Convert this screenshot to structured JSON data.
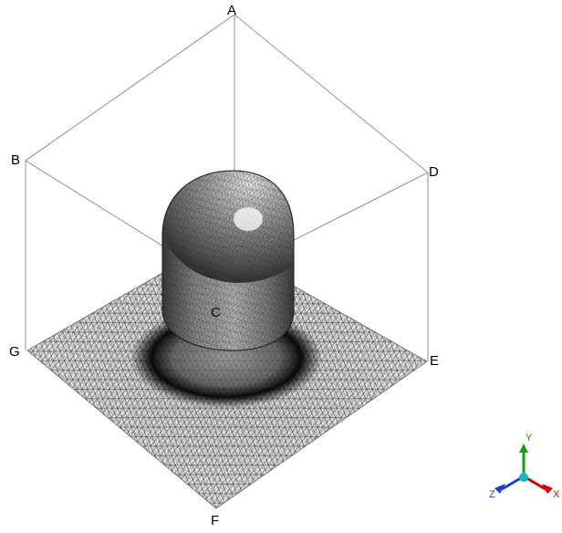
{
  "vertex_labels": {
    "A": "A",
    "B": "B",
    "C": "C",
    "D": "D",
    "E": "E",
    "F": "F",
    "G": "G"
  },
  "axes": {
    "x": {
      "label": "X",
      "color": "#d40000"
    },
    "y": {
      "label": "Y",
      "color": "#11a111"
    },
    "z": {
      "label": "Z",
      "color": "#1a3fd0"
    },
    "origin_color": "#18b7c8"
  },
  "scene": {
    "object": "capsule mesh",
    "plane": "triangulated ground mesh",
    "bounding_box": true
  }
}
